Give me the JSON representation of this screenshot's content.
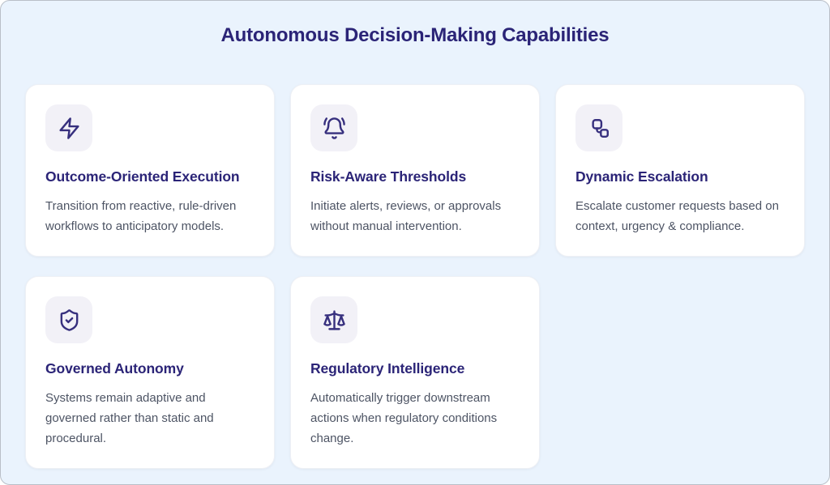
{
  "page": {
    "title": "Autonomous Decision-Making Capabilities"
  },
  "colors": {
    "background": "#eaf3fd",
    "card_background": "#ffffff",
    "icon_badge_background": "#f2f1f7",
    "accent": "#37307e",
    "heading": "#2b2477",
    "body_text": "#4d5464"
  },
  "cards": [
    {
      "icon": "zap-icon",
      "title": "Outcome-Oriented Execution",
      "description": "Transition from reactive, rule-driven workflows to anticipatory models."
    },
    {
      "icon": "bell-ring-icon",
      "title": "Risk-Aware Thresholds",
      "description": "Initiate alerts, reviews, or approvals without manual intervention."
    },
    {
      "icon": "linked-nodes-icon",
      "title": "Dynamic Escalation",
      "description": "Escalate customer requests based on context, urgency & compliance."
    },
    {
      "icon": "shield-check-icon",
      "title": "Governed Autonomy",
      "description": "Systems remain adaptive and governed rather than static and procedural."
    },
    {
      "icon": "scales-icon",
      "title": "Regulatory Intelligence",
      "description": "Automatically trigger downstream actions when regulatory conditions change."
    }
  ]
}
